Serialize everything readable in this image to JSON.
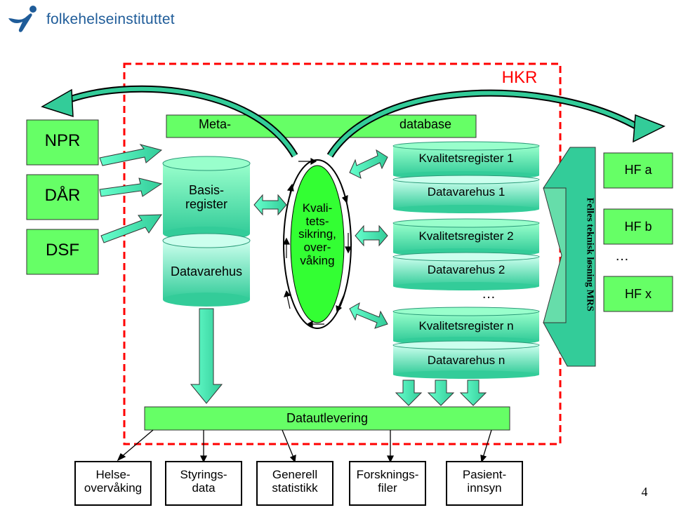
{
  "brand": {
    "name": "folkehelseinstituttet"
  },
  "title": "HKR",
  "meta_bar": {
    "left": "Meta-",
    "right": "database"
  },
  "sources": [
    "NPR",
    "DÅR",
    "DSF"
  ],
  "basis": {
    "top": "Basis-\nregister",
    "bottom": "Datavarehus"
  },
  "quality_loop": "Kvali-\ntets-\nsikring,\nover-\nvåking",
  "registers": [
    {
      "kval": "Kvalitetsregister 1",
      "dv": "Datavarehus 1"
    },
    {
      "kval": "Kvalitetsregister 2",
      "dv": "Datavarehus 2"
    },
    {
      "kval": "Kvalitetsregister n",
      "dv": "Datavarehus n"
    }
  ],
  "registers_ellipsis": "…",
  "felles": "Felles teknisk løsning MRS",
  "hf": [
    "HF a",
    "HF b",
    "HF x"
  ],
  "hf_ellipsis": "…",
  "datautlevering": "Datautlevering",
  "outputs": [
    "Helse-\novervåking",
    "Styrings-\ndata",
    "Generell\nstatistikk",
    "Forsknings-\nfiler",
    "Pasient-\ninnsyn"
  ],
  "page_number": "4",
  "colors": {
    "green": "#66ff66",
    "light_green": "#ccffcc",
    "teal": "#33cc99",
    "cyl_top": "#66ff99",
    "red": "#ff0000",
    "brand_blue": "#1f5c99",
    "title_red": "#ff0000"
  },
  "icons": [
    "logo-icon"
  ]
}
